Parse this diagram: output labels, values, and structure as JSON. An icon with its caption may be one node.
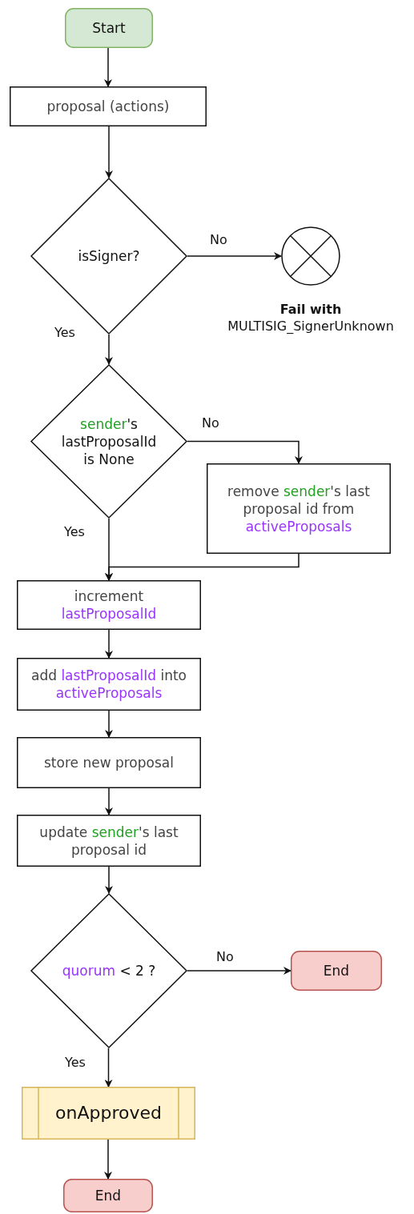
{
  "diagram": {
    "nodes": [
      {
        "text": [
          "Start"
        ]
      },
      {
        "text": [
          "proposal (actions)"
        ]
      },
      {
        "text": [
          "isSigner?"
        ]
      },
      {
        "text": [],
        "shape": "circle",
        "beside": [
          "**Fail with** MULTISIG_SignerUnknown"
        ]
      },
      {
        "text": [
          "**sender**'s lastProposalId is None"
        ]
      },
      {
        "text": [
          "remove **sender**'s last proposal id from *activeProposals*"
        ]
      },
      {
        "text": [
          "increment *lastProposalId*"
        ]
      },
      {
        "text": [
          "add *lastProposalId* into *activeProposals*"
        ]
      },
      {
        "text": [
          "store new proposal"
        ]
      },
      {
        "text": [
          "update **sender**'s last proposal id"
        ]
      },
      {
        "text": [
          "*quorum* < 2 ?"
        ]
      },
      {
        "text": [
          "End"
        ]
      },
      {
        "text": [
          "onApproved"
        ]
      },
      {
        "text": [
          "End"
        ]
      }
    ],
    "edges": [
      {
        "from": 0,
        "to": 1,
        "arrow": "to"
      },
      {
        "from": 1,
        "to": 2,
        "arrow": "to"
      },
      {
        "from": 2,
        "to": 3,
        "arrow": "to",
        "label": "No"
      },
      {
        "from": 2,
        "to": 4,
        "arrow": "to",
        "label": "Yes"
      },
      {
        "from": 4,
        "to": 5,
        "arrow": "to",
        "label": "No"
      },
      {
        "from": 4,
        "to": 6,
        "arrow": "to",
        "label": "Yes"
      },
      {
        "from": 5,
        "to": 6,
        "arrow": "to"
      },
      {
        "from": 6,
        "to": 7,
        "arrow": "to"
      },
      {
        "from": 7,
        "to": 8,
        "arrow": "to"
      },
      {
        "from": 8,
        "to": 9,
        "arrow": "to"
      },
      {
        "from": 9,
        "to": 10,
        "arrow": "to"
      },
      {
        "from": 10,
        "to": 11,
        "arrow": "to",
        "label": "No"
      },
      {
        "from": 10,
        "to": 12,
        "arrow": "to",
        "label": "Yes"
      },
      {
        "from": 12,
        "to": 13,
        "arrow": "to"
      }
    ]
  }
}
